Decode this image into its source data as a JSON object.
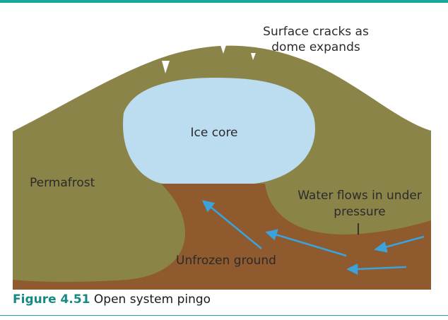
{
  "labels": {
    "surface_cracks_line1": "Surface cracks as",
    "surface_cracks_line2": "dome expands",
    "ice_core": "Ice core",
    "permafrost": "Permafrost",
    "water_flow_line1": "Water flows in under",
    "water_flow_line2": "pressure",
    "unfrozen_ground": "Unfrozen ground"
  },
  "caption": {
    "figure_number": "Figure 4.51",
    "title": "Open system pingo"
  },
  "colors": {
    "permafrost": "#8b8448",
    "unfrozen_ground": "#8f5a2e",
    "ice_core": "#bcdcf0",
    "arrow": "#3ba3dc",
    "rule": "#1aa89a"
  }
}
